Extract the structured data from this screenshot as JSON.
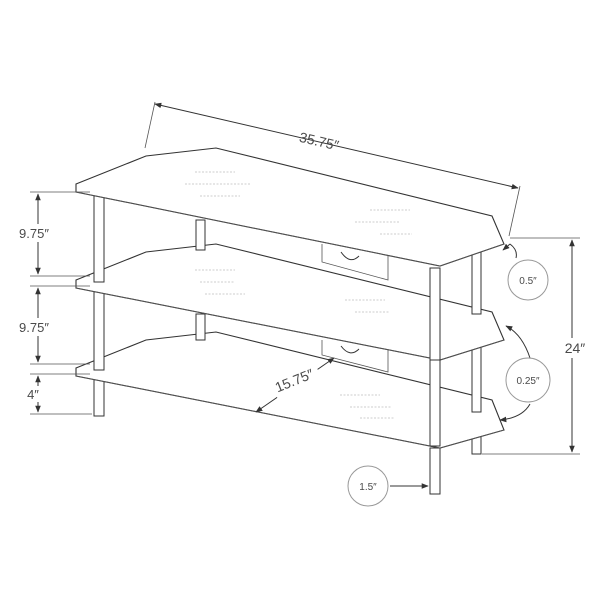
{
  "dimensions": {
    "width": "35.75″",
    "shelf_gap_top": "9.75″",
    "shelf_gap_bottom": "9.75″",
    "leg_height": "4″",
    "depth": "15.75″",
    "total_height": "24″"
  },
  "callouts": {
    "top_glass": "0.5″",
    "lower_glass": "0.25″",
    "leg_diameter": "1.5″"
  }
}
